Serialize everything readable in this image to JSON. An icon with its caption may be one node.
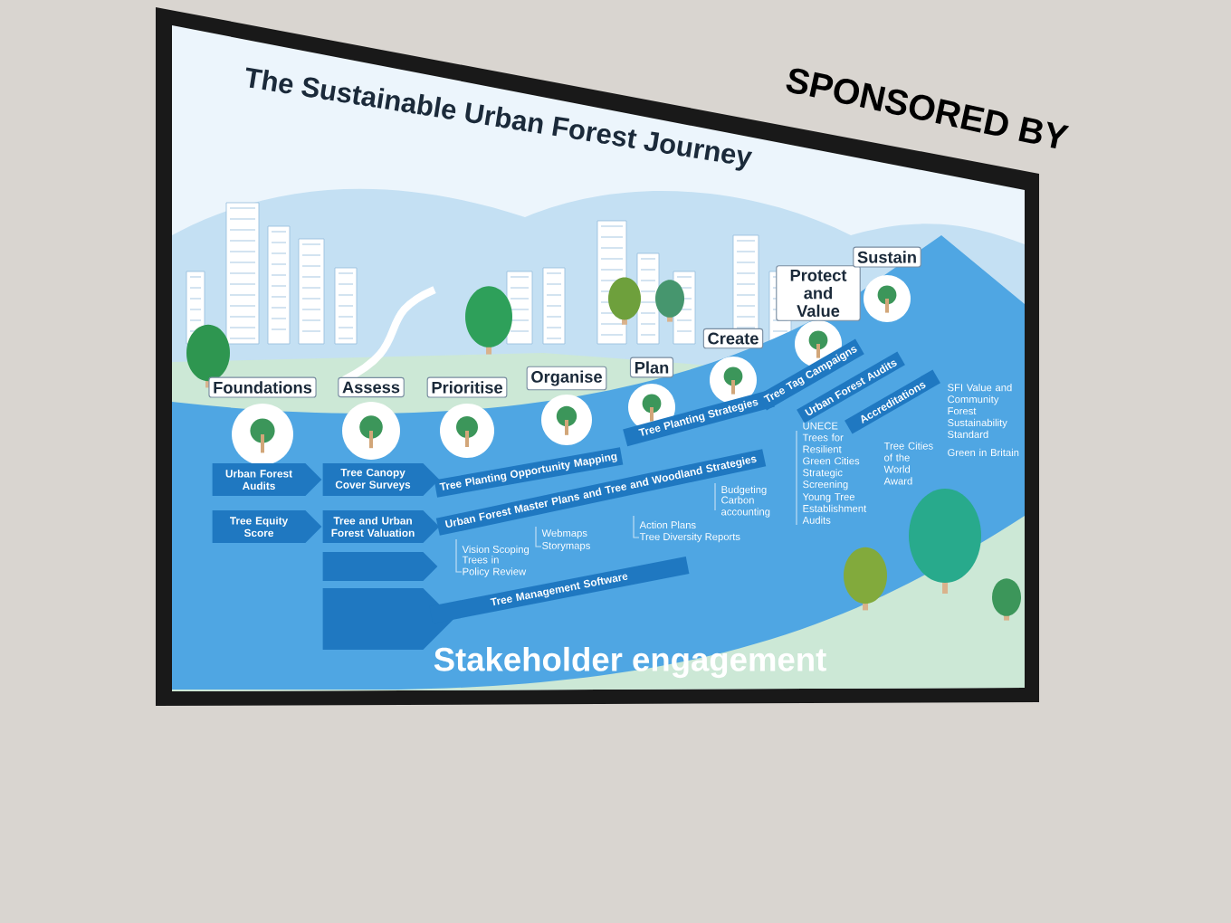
{
  "diagram": {
    "title": "The Sustainable Urban Forest Journey",
    "nodes": [
      {
        "text": [
          "Foundations"
        ]
      },
      {
        "text": [
          "Assess"
        ]
      },
      {
        "text": [
          "Prioritise"
        ]
      },
      {
        "text": [
          "Organise"
        ]
      },
      {
        "text": [
          "Plan"
        ]
      },
      {
        "text": [
          "Create"
        ]
      },
      {
        "text": [
          "Protect and Value"
        ]
      },
      {
        "text": [
          "Sustain"
        ]
      },
      {
        "text": [
          "Urban Forest Audits"
        ]
      },
      {
        "text": [
          "Tree Equity Score"
        ]
      },
      {
        "text": [
          "Tree Canopy Cover Surveys"
        ]
      },
      {
        "text": [
          "Tree and Urban Forest Valuation"
        ]
      },
      {
        "text": [],
        "shape": "box"
      },
      {
        "text": [],
        "shape": "box"
      },
      {
        "text": [
          "Tree Planting Opportunity Mapping"
        ]
      },
      {
        "text": [
          "Tree Planting Strategies"
        ]
      },
      {
        "text": [
          "Urban Forest Master Plans and Tree and Woodland Strategies"
        ]
      },
      {
        "text": [
          "Tree Management Software"
        ]
      },
      {
        "text": [
          "Tree Tag Campaigns"
        ]
      },
      {
        "text": [
          "Urban Forest Audits"
        ]
      },
      {
        "text": [
          "Accreditations"
        ]
      }
    ],
    "labels": [
      "SPONSORED BY",
      "Vision Scoping",
      "Trees in Policy Review",
      "Webmaps",
      "Storymaps",
      "Action Plans",
      "Tree Diversity Reports",
      "Budgeting",
      "Carbon accounting",
      "UNECE Trees for Resilient Green Cities Strategic Screening",
      "Young Tree Establishment Audits",
      "Tree Cities of the World Award",
      "SFI Value and Community Forest Sustainability Standard",
      "Green in Britain",
      "Stakeholder engagement"
    ]
  }
}
